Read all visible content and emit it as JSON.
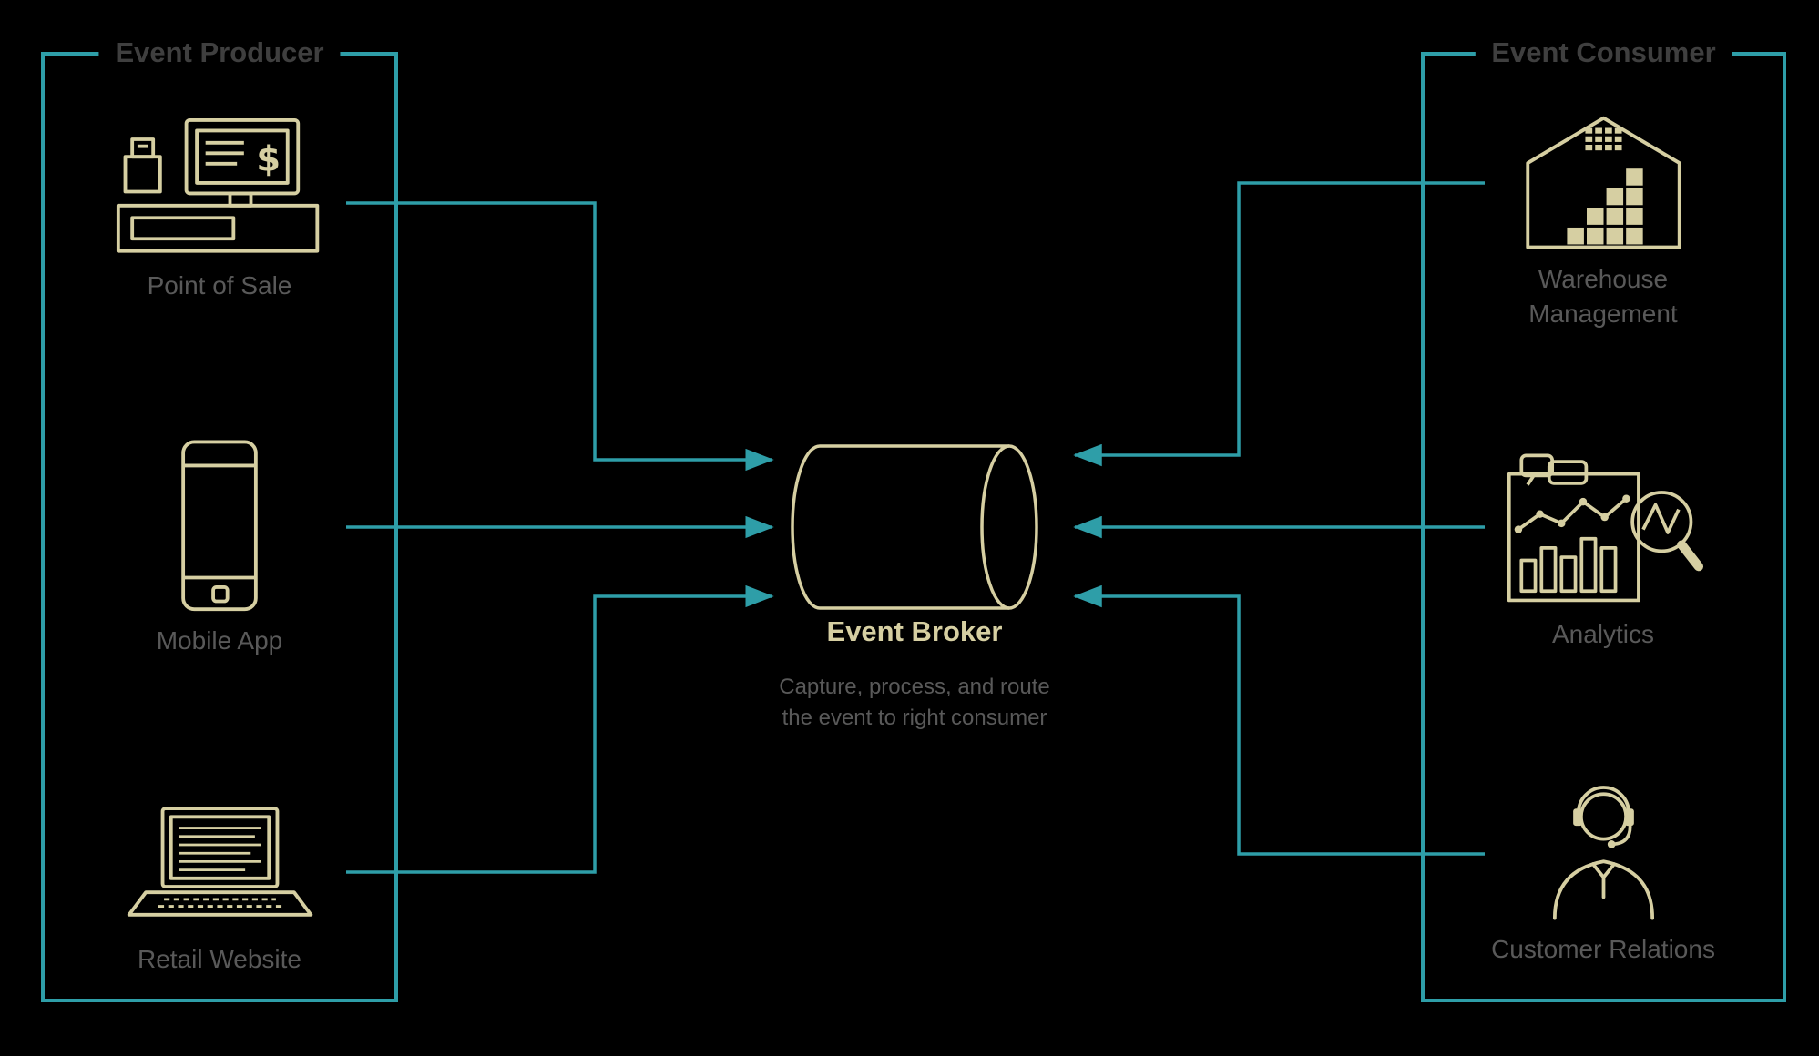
{
  "producer": {
    "title": "Event Producer",
    "items": [
      {
        "label": "Point of Sale",
        "icon": "cash-register-icon"
      },
      {
        "label": "Mobile App",
        "icon": "smartphone-icon"
      },
      {
        "label": "Retail Website",
        "icon": "laptop-icon"
      }
    ],
    "pos_dollar_glyph": "$"
  },
  "broker": {
    "title": "Event Broker",
    "subtitle_line1": "Capture, process, and route",
    "subtitle_line2": "the event to right consumer",
    "icon": "cylinder-icon"
  },
  "consumer": {
    "title": "Event Consumer",
    "items": [
      {
        "label": "Warehouse Management",
        "icon": "warehouse-icon"
      },
      {
        "label": "Analytics",
        "icon": "analytics-chart-icon"
      },
      {
        "label": "Customer Relations",
        "icon": "support-agent-icon"
      }
    ]
  },
  "colors": {
    "background": "#000000",
    "line_teal": "#2E9EA8",
    "icon_khaki": "#D6CFA2",
    "label_gray": "#595959",
    "title_gray": "#3F3F3F"
  }
}
